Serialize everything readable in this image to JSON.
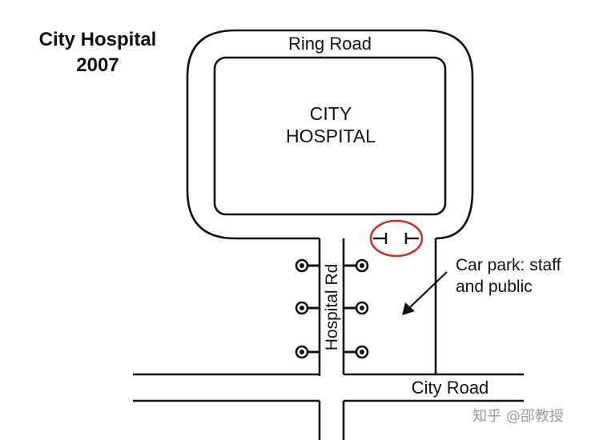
{
  "map": {
    "title_line1": "City Hospital",
    "title_line2": "2007",
    "ring_road": "Ring Road",
    "hospital_line1": "CITY",
    "hospital_line2": "HOSPITAL",
    "hospital_rd": "Hospital Rd",
    "car_park_line1": "Car park: staff",
    "car_park_line2": "and public",
    "city_road": "City Road",
    "watermark": "知乎 @邵教授",
    "highlight_color": "#c8312b",
    "bus_stop_icon_count": 6
  }
}
